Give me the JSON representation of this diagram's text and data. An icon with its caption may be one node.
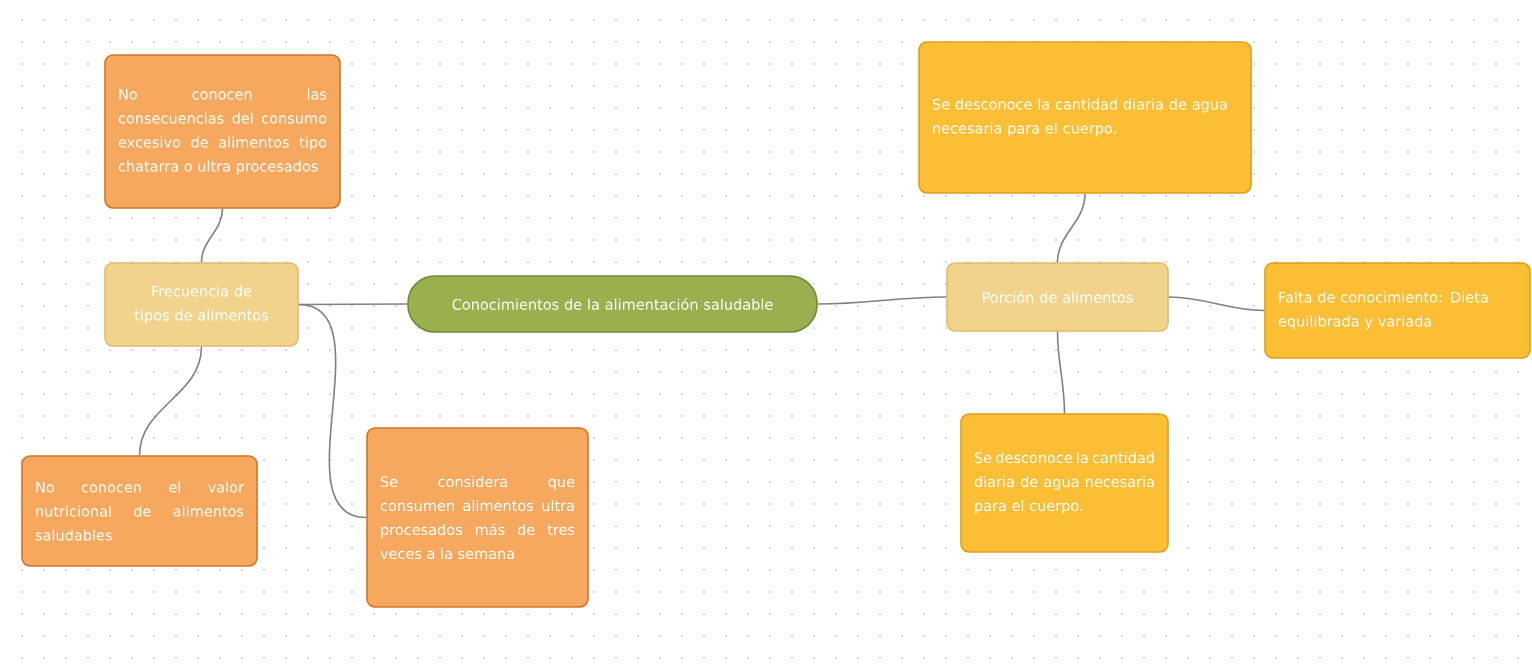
{
  "diagram": {
    "nodes": [
      {
        "text": [
          "Conocimientos de la alimentación saludable"
        ]
      },
      {
        "text": [
          "Frecuencia de tipos de alimentos"
        ]
      },
      {
        "text": [
          "No conocen las consecuencias del consumo excesivo de alimentos tipo chatarra o ultra procesados"
        ]
      },
      {
        "text": [
          "No conocen el valor nutricional de alimentos saludables"
        ]
      },
      {
        "text": [
          "Se considera que consumen alimentos ultra procesados más de tres veces a la semana"
        ]
      },
      {
        "text": [
          "Porción de alimentos"
        ]
      },
      {
        "text": [
          "Se desconoce la cantidad diaria de agua necesaria para el cuerpo."
        ]
      },
      {
        "text": [
          "Falta de conocimiento: Dieta equilibrada y variada"
        ]
      },
      {
        "text": [
          "Se desconoce la cantidad diaria de agua necesaria para el cuerpo."
        ]
      }
    ],
    "edges": [
      {
        "from": 0,
        "to": 1,
        "arrow": "none"
      },
      {
        "from": 1,
        "to": 2,
        "arrow": "none"
      },
      {
        "from": 1,
        "to": 3,
        "arrow": "none"
      },
      {
        "from": 1,
        "to": 4,
        "arrow": "none"
      },
      {
        "from": 0,
        "to": 5,
        "arrow": "none"
      },
      {
        "from": 5,
        "to": 6,
        "arrow": "none"
      },
      {
        "from": 5,
        "to": 7,
        "arrow": "none"
      },
      {
        "from": 5,
        "to": 8,
        "arrow": "none"
      }
    ]
  }
}
